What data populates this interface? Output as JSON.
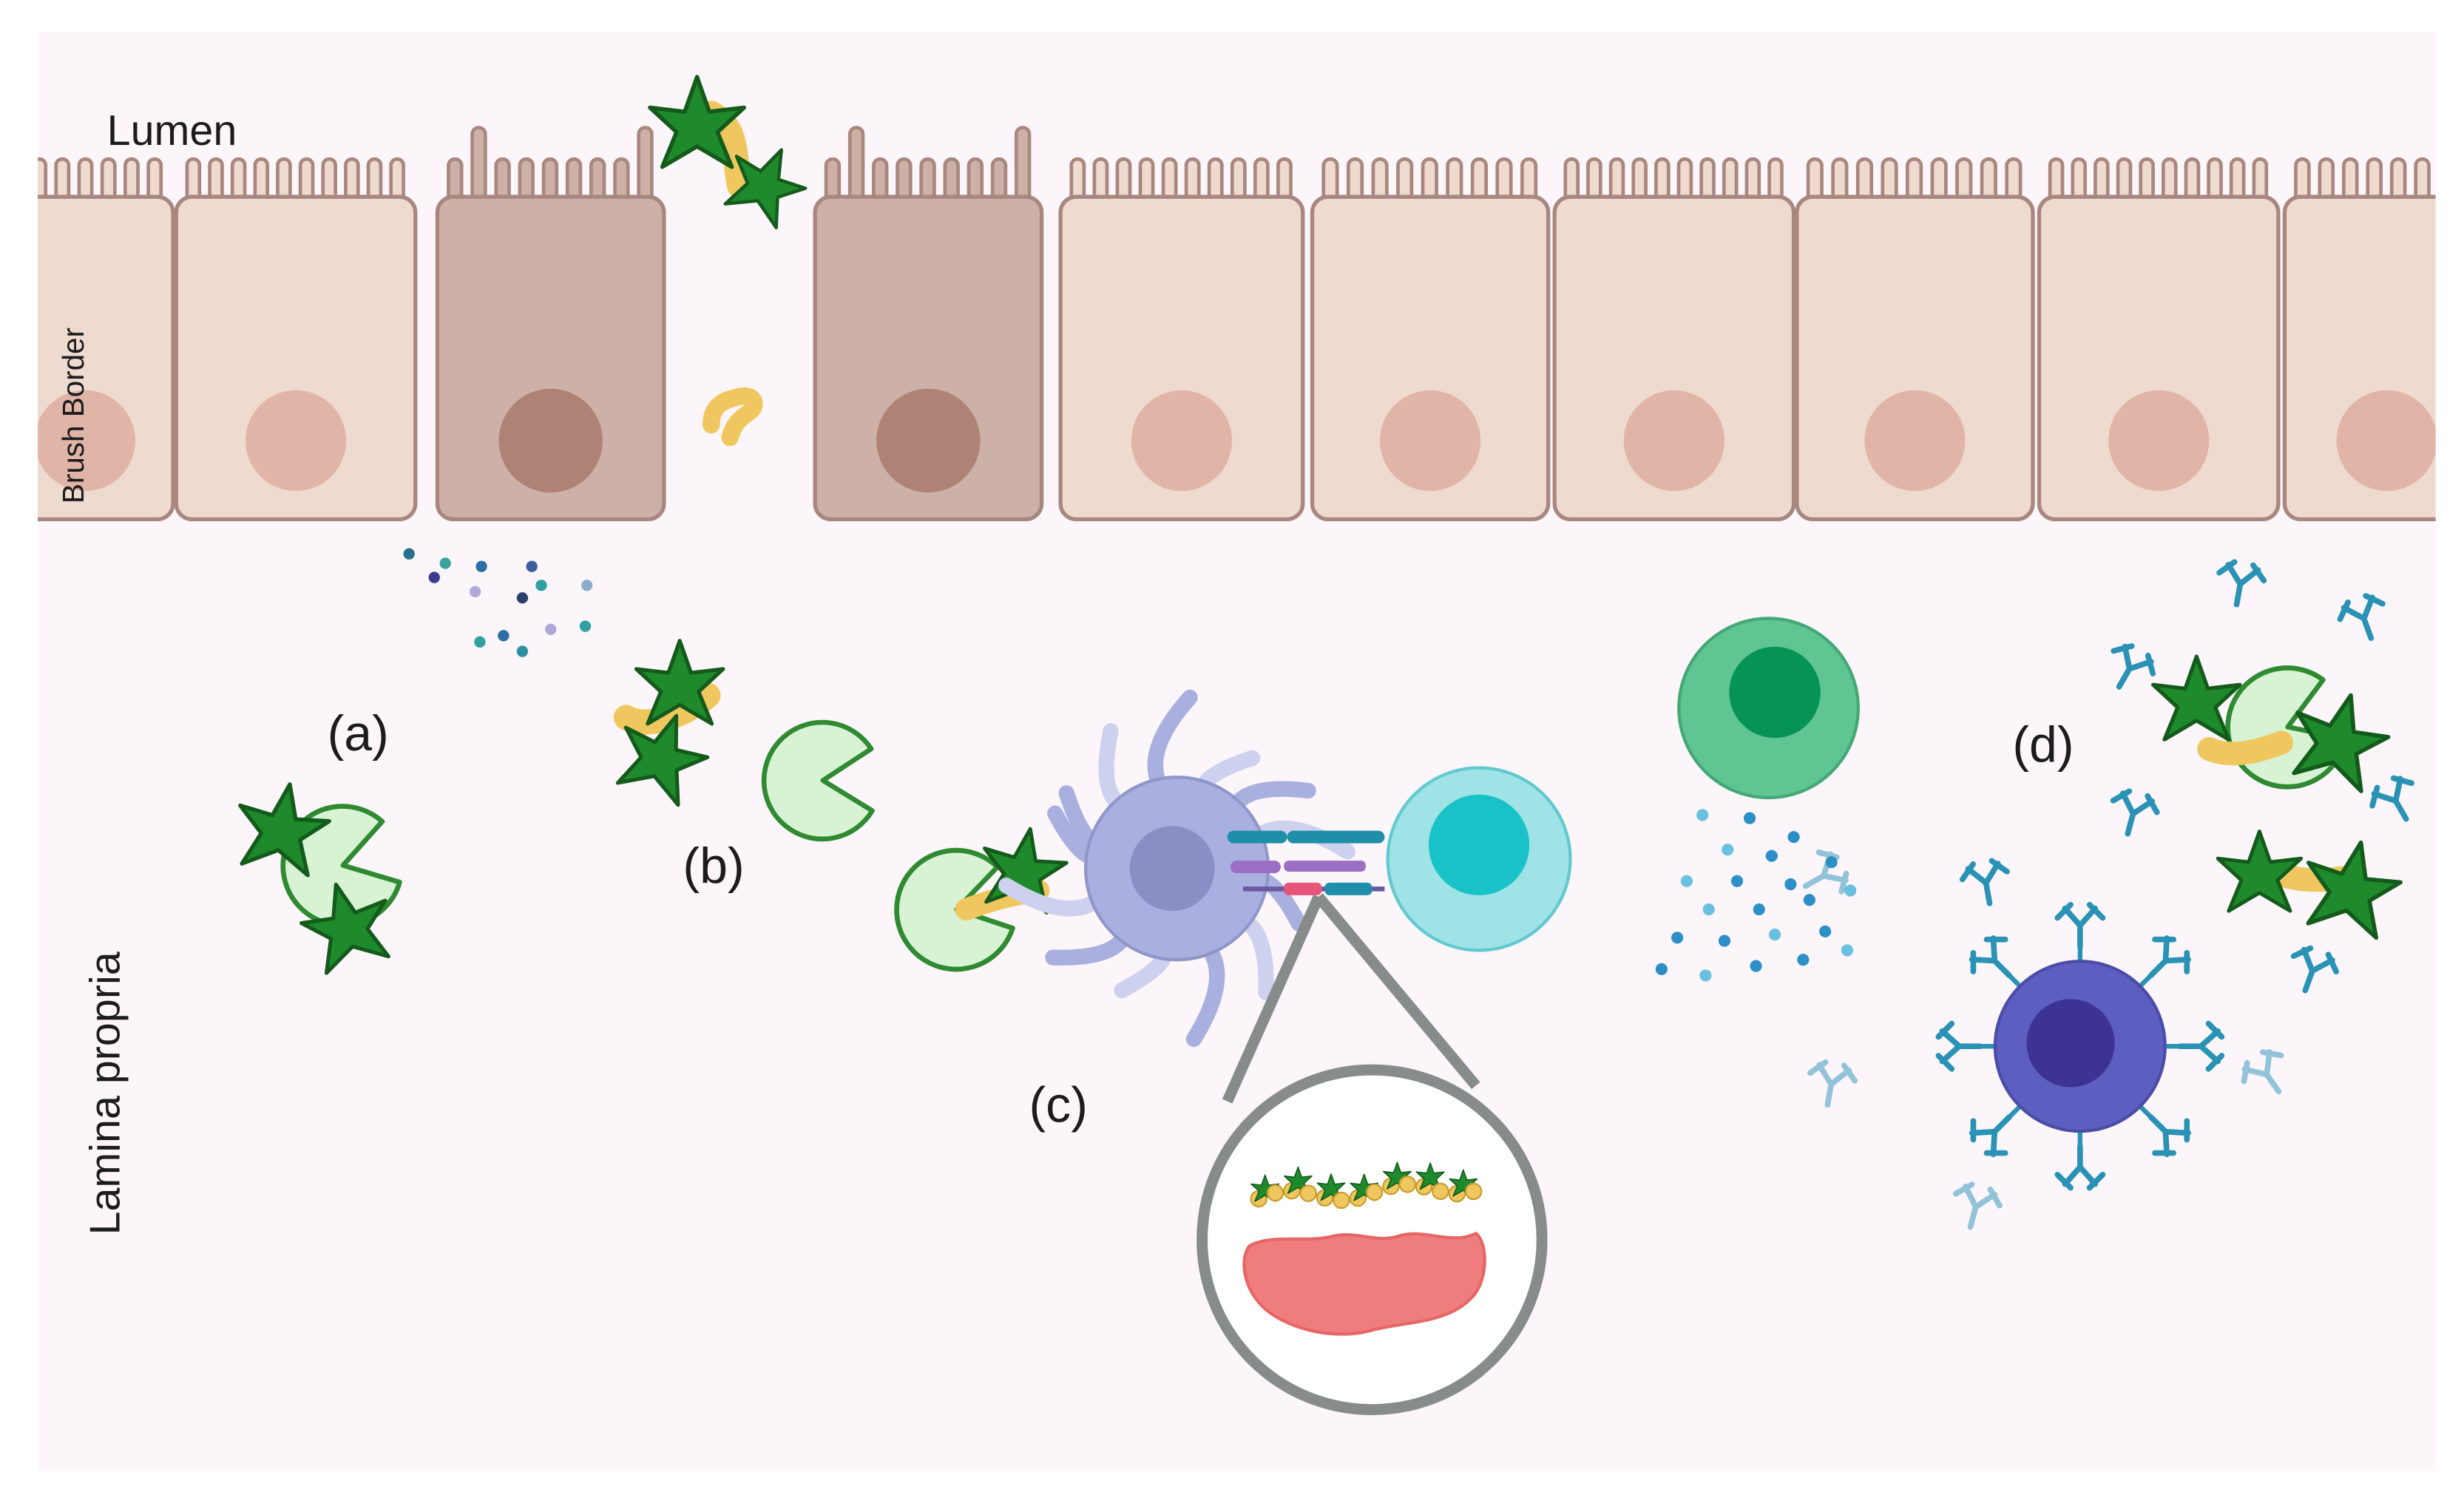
{
  "labels": {
    "lumen": "Lumen",
    "brush_border": "Brush Border",
    "lamina_propria": "Lamina propria",
    "a": "(a)",
    "b": "(b)",
    "c": "(c)",
    "d": "(d)"
  },
  "colors": {
    "background": "#fcf5fa",
    "epithelial_cell": "#efdad0",
    "epithelial_outline": "#a8877f",
    "epithelial_nucleus": "#e0b4a6",
    "damaged_cell": "#cdb1a8",
    "damaged_nucleus": "#af8276",
    "gluten_peptide": "#f0c75e",
    "gliadin_star": "#1f8a2c",
    "tg2_enzyme_fill": "#d8f3d4",
    "tg2_enzyme_outline": "#2f8a32",
    "dendritic_cell": "#a9b0df",
    "t_cell": "#9fe3e6",
    "t_cell_nucleus": "#19c2c7",
    "green_cell": "#5fc593",
    "b_cell": "#5d5fc0",
    "antibody": "#2a92b5",
    "cytokine": "#2c8fc7",
    "pancreas_like_organ": "#f07d7d",
    "zoom_circle": "#878b8a"
  }
}
